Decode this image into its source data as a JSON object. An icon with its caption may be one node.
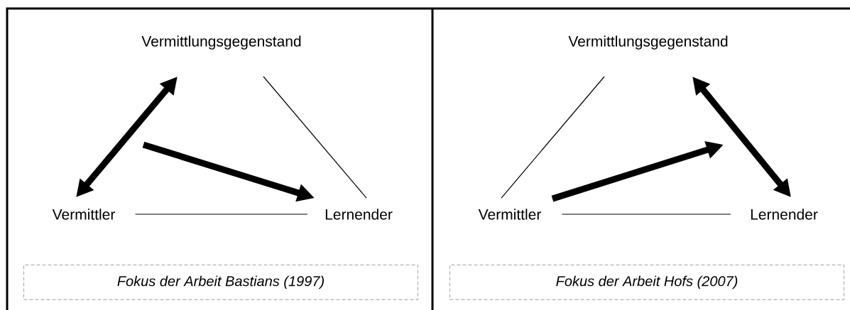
{
  "diagram": {
    "nodes": [
      {
        "text": [
          "Vermittlungsgegenstand"
        ]
      },
      {
        "text": [
          "Vermittler"
        ]
      },
      {
        "text": [
          "Lernender"
        ]
      },
      {
        "text": [
          "Fokus der Arbeit Bastians (1997)"
        ]
      },
      {
        "text": [
          "Vermittlungsgegenstand"
        ]
      },
      {
        "text": [
          "Vermittler"
        ]
      },
      {
        "text": [
          "Lernender"
        ]
      },
      {
        "text": [
          "Fokus der Arbeit Hofs (2007)"
        ]
      }
    ],
    "edges": [
      {
        "from": 1,
        "to": 0,
        "arrow": "both",
        "style": "thick"
      },
      {
        "from": 0,
        "to": 2,
        "arrow": "none"
      },
      {
        "from": 1,
        "to": 2,
        "arrow": "none"
      },
      {
        "from": null,
        "to": 2,
        "arrow": "to",
        "style": "thick"
      },
      {
        "from": 5,
        "to": 4,
        "arrow": "none"
      },
      {
        "from": 4,
        "to": 6,
        "arrow": "both",
        "style": "thick"
      },
      {
        "from": 5,
        "to": 6,
        "arrow": "none"
      },
      {
        "from": 5,
        "to": null,
        "arrow": "to",
        "style": "thick"
      }
    ]
  }
}
